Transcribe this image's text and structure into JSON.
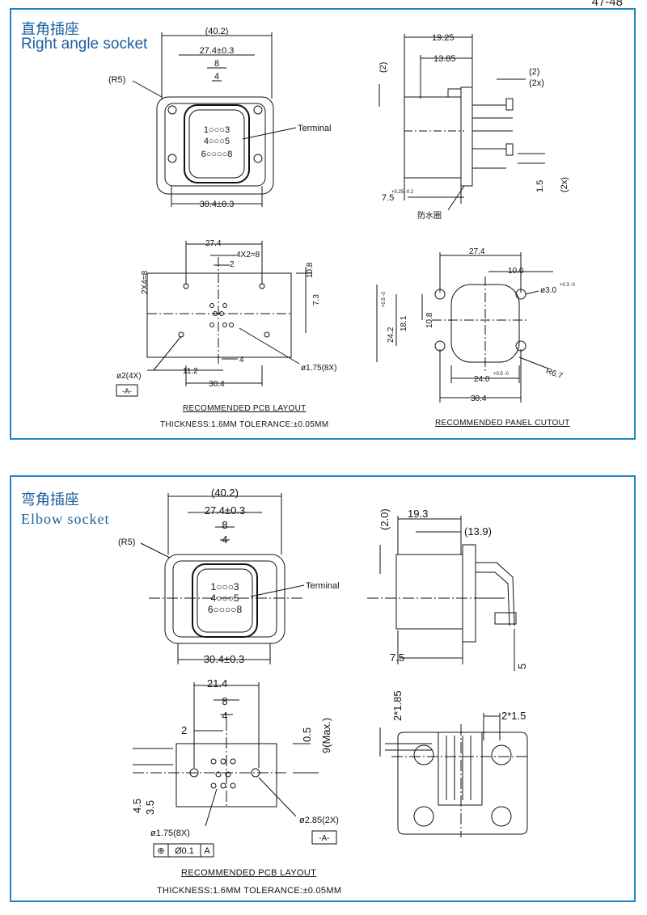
{
  "page_number": "47-48",
  "right_angle": {
    "title_cn": "直角插座",
    "title_en": "Right angle socket",
    "front": {
      "width": "(40.2)",
      "pin_span": "27.4±0.3",
      "row": "8",
      "pitch": "4",
      "radius": "(R5)",
      "terminal": "Terminal",
      "pins_top": "1○○○3",
      "pins_mid": "4○○○5",
      "pins_bot": "6○○○○8",
      "bottom_width": "30.4±0.3"
    },
    "side": {
      "d1": "19.25",
      "d2": "13.85",
      "d3": "(2)",
      "d4": "(2)",
      "d4b": "(2x)",
      "d5": "1.5",
      "d5b": "(2x)",
      "d6": "7.5",
      "d6_tol": "+0.25 -0.2",
      "seal": "防水圈"
    },
    "pcb": {
      "d_top": "27.4",
      "d_4x2": "4X2=8",
      "d_2": "2",
      "d_2x4": "2X4=8",
      "d_108": "10.8",
      "d_73": "7.3",
      "d_112": "11.2",
      "d_4": "4",
      "d_304": "30.4",
      "hole_a": "ø2(4X)",
      "hole_b": "ø1.75(8X)",
      "datum": "-A-",
      "caption": "RECOMMENDED PCB LAYOUT",
      "thickness": "THICKNESS:1.6MM TOLERANCE:±0.05MM"
    },
    "panel": {
      "d_top": "27.4",
      "d_10": "10.0",
      "d_hole": "ø3.0",
      "d_hole_tol": "+0.3 -0",
      "d_242": "24.2",
      "d_242_tol": "+0.5 -0",
      "d_181": "18.1",
      "d_108": "10.8",
      "d_240": "24.0",
      "d_240_tol": "+0.5 -0",
      "d_r": "R6.7",
      "d_304": "30.4",
      "caption": "RECOMMENDED PANEL CUTOUT"
    }
  },
  "elbow": {
    "title_cn": "弯角插座",
    "title_en": "Elbow socket",
    "front": {
      "width": "(40.2)",
      "pin_span": "27.4±0.3",
      "row": "8",
      "pitch": "4",
      "radius": "(R5)",
      "terminal": "Terminal",
      "pins_top": "1○○○3",
      "pins_mid": "4○○○5",
      "pins_bot": "6○○○○8",
      "bottom_width": "30.4±0.3"
    },
    "side": {
      "d1": "19.3",
      "d2": "(13.9)",
      "d3": "(2.0)",
      "d4": "7.5",
      "d5": "5"
    },
    "pcb": {
      "d_top": "21.4",
      "d_8": "8",
      "d_4": "4",
      "d_2": "2",
      "d_05": "0.5",
      "d_9": "9(Max.)",
      "d_45": "4.5",
      "d_35": "3.5",
      "hole_a": "ø1.75(8X)",
      "hole_b": "ø2.85(2X)",
      "datum": "-A-",
      "tol_frame": [
        "⊕",
        "Ø0.1",
        "A"
      ],
      "caption": "RECOMMENDED PCB LAYOUT",
      "thickness": "THICKNESS:1.6MM TOLERANCE:±0.05MM"
    },
    "bottom": {
      "d1": "2*1.85",
      "d2": "2*1.5"
    }
  }
}
